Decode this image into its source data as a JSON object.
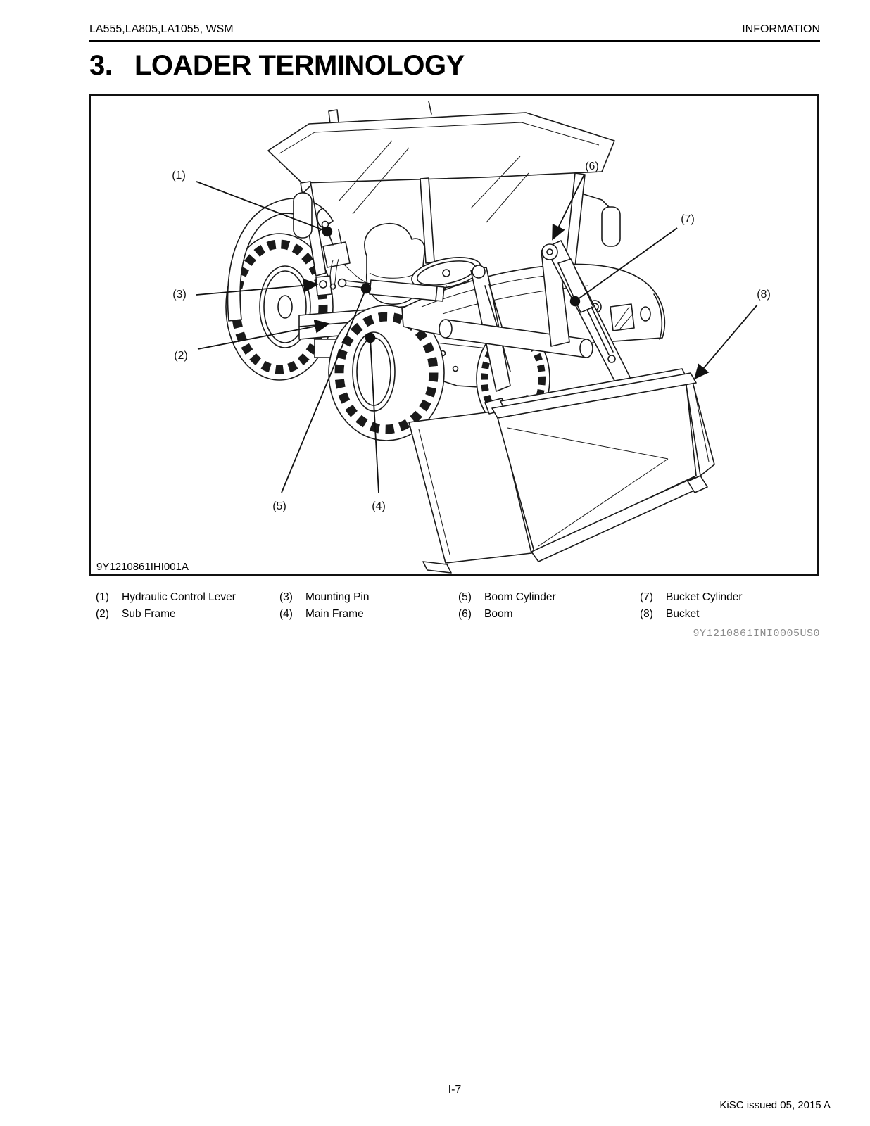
{
  "header": {
    "left": "LA555,LA805,LA1055, WSM",
    "right": "INFORMATION"
  },
  "title": {
    "number": "3.",
    "text": "LOADER TERMINOLOGY"
  },
  "figure": {
    "id_label": "9Y1210861IHI001A",
    "callouts": [
      "(1)",
      "(2)",
      "(3)",
      "(4)",
      "(5)",
      "(6)",
      "(7)",
      "(8)"
    ]
  },
  "legend": [
    {
      "num": "(1)",
      "label": "Hydraulic Control Lever"
    },
    {
      "num": "(2)",
      "label": "Sub Frame"
    },
    {
      "num": "(3)",
      "label": "Mounting Pin"
    },
    {
      "num": "(4)",
      "label": "Main Frame"
    },
    {
      "num": "(5)",
      "label": "Boom Cylinder"
    },
    {
      "num": "(6)",
      "label": "Boom"
    },
    {
      "num": "(7)",
      "label": "Bucket Cylinder"
    },
    {
      "num": "(8)",
      "label": "Bucket"
    }
  ],
  "doc_code": "9Y1210861INI0005US0",
  "footer": {
    "page_number": "I-7",
    "issue_note": "KiSC issued 05, 2015 A"
  }
}
